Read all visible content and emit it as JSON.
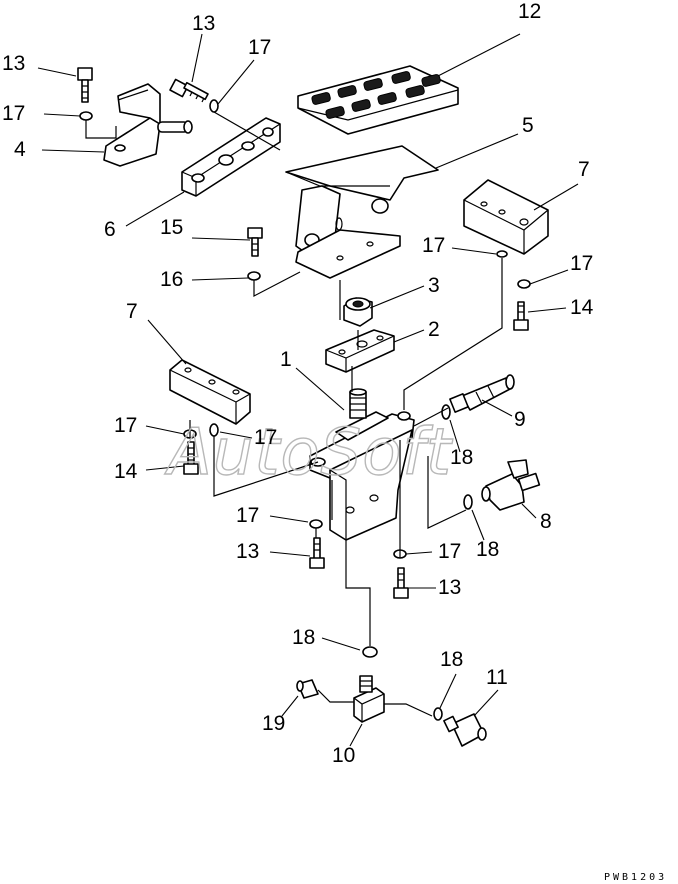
{
  "diagram": {
    "drawing_code": "PWB1203",
    "watermark": "AutoSoft",
    "callouts": {
      "c13a": "13",
      "c13b": "13",
      "c13c": "13",
      "c13d": "13",
      "c17a": "17",
      "c17b": "17",
      "c17c": "17",
      "c17d": "17",
      "c17e": "17",
      "c17f": "17",
      "c17g": "17",
      "c17h": "17",
      "c4": "4",
      "c6": "6",
      "c12": "12",
      "c5": "5",
      "c7a": "7",
      "c7b": "7",
      "c15": "15",
      "c16": "16",
      "c3": "3",
      "c2": "2",
      "c14a": "14",
      "c14b": "14",
      "c1": "1",
      "c9": "9",
      "c8": "8",
      "c18a": "18",
      "c18b": "18",
      "c18c": "18",
      "c18d": "18",
      "c11": "11",
      "c10": "10",
      "c19": "19"
    }
  }
}
